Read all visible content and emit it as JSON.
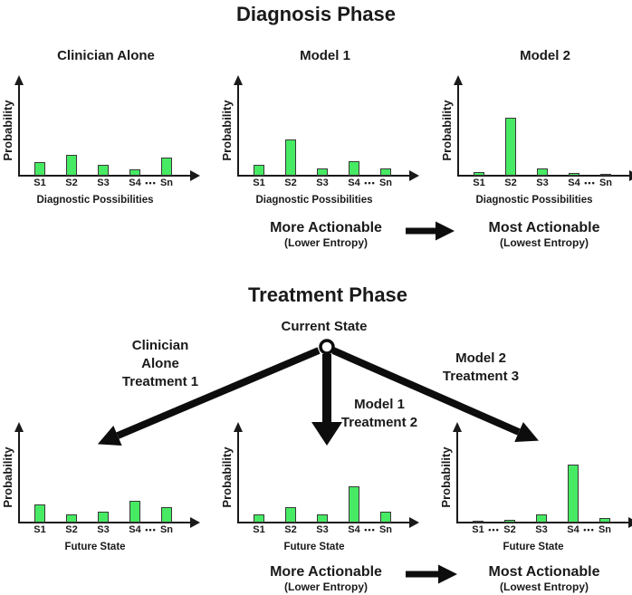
{
  "figure": {
    "diagnosis": {
      "title": "Diagnosis Phase",
      "actionable": {
        "more": "More Actionable",
        "more_sub": "(Lower Entropy)",
        "most": "Most Actionable",
        "most_sub": "(Lowest Entropy)"
      }
    },
    "treatment": {
      "title": "Treatment Phase",
      "current_state": "Current State",
      "branches": [
        {
          "lines": [
            "Clinician",
            "Alone",
            "Treatment 1"
          ]
        },
        {
          "lines": [
            "Model 1",
            "Treatment 2"
          ]
        },
        {
          "lines": [
            "Model 2",
            "Treatment 3"
          ]
        }
      ],
      "actionable": {
        "more": "More Actionable",
        "more_sub": "(Lower Entropy)",
        "most": "Most Actionable",
        "most_sub": "(Lowest Entropy)"
      }
    }
  },
  "colors": {
    "bar_fill": "#47EA63",
    "bar_stroke": "#383838",
    "axis": "#1A1A1A",
    "arrow": "#0D0D0D",
    "text": "#1A1A1A",
    "node_fill": "#FFFFFF"
  },
  "chart_data": [
    {
      "type": "bar",
      "section": "diagnosis",
      "title": "Clinician Alone",
      "xlabel": "Diagnostic Possibilities",
      "ylabel": "Probability",
      "categories": [
        "S1",
        "S2",
        "S3",
        "S4",
        "Sn"
      ],
      "ellipsis_after_index": [
        3
      ],
      "values": [
        0.15,
        0.23,
        0.12,
        0.07,
        0.2
      ],
      "ylim": [
        0,
        1
      ]
    },
    {
      "type": "bar",
      "section": "diagnosis",
      "title": "Model 1",
      "xlabel": "Diagnostic Possibilities",
      "ylabel": "Probability",
      "categories": [
        "S1",
        "S2",
        "S3",
        "S4",
        "Sn"
      ],
      "ellipsis_after_index": [
        3
      ],
      "values": [
        0.12,
        0.4,
        0.08,
        0.16,
        0.08
      ],
      "ylim": [
        0,
        1
      ]
    },
    {
      "type": "bar",
      "section": "diagnosis",
      "title": "Model 2",
      "xlabel": "Diagnostic Possibilities",
      "ylabel": "Probability",
      "categories": [
        "S1",
        "S2",
        "S3",
        "S4",
        "Sn"
      ],
      "ellipsis_after_index": [
        3
      ],
      "values": [
        0.04,
        0.64,
        0.08,
        0.03,
        0.02
      ],
      "ylim": [
        0,
        1
      ]
    },
    {
      "type": "bar",
      "section": "treatment",
      "title": "",
      "branch_label": "Clinician Alone Treatment 1",
      "xlabel": "Future State",
      "ylabel": "Probability",
      "categories": [
        "S1",
        "S2",
        "S3",
        "S4",
        "Sn"
      ],
      "ellipsis_after_index": [
        3
      ],
      "values": [
        0.2,
        0.09,
        0.12,
        0.24,
        0.17
      ],
      "ylim": [
        0,
        1
      ]
    },
    {
      "type": "bar",
      "section": "treatment",
      "title": "",
      "branch_label": "Model 1 Treatment 2",
      "xlabel": "Future State",
      "ylabel": "Probability",
      "categories": [
        "S1",
        "S2",
        "S3",
        "S4",
        "Sn"
      ],
      "ellipsis_after_index": [
        3
      ],
      "values": [
        0.09,
        0.17,
        0.09,
        0.4,
        0.12
      ],
      "ylim": [
        0,
        1
      ]
    },
    {
      "type": "bar",
      "section": "treatment",
      "title": "",
      "branch_label": "Model 2 Treatment 3",
      "xlabel": "Future State",
      "ylabel": "Probability",
      "categories": [
        "S1",
        "S2",
        "S3",
        "S4",
        "Sn"
      ],
      "ellipsis_after_index": [
        0,
        3
      ],
      "values": [
        0.02,
        0.03,
        0.09,
        0.64,
        0.05
      ],
      "ylim": [
        0,
        1
      ]
    }
  ]
}
